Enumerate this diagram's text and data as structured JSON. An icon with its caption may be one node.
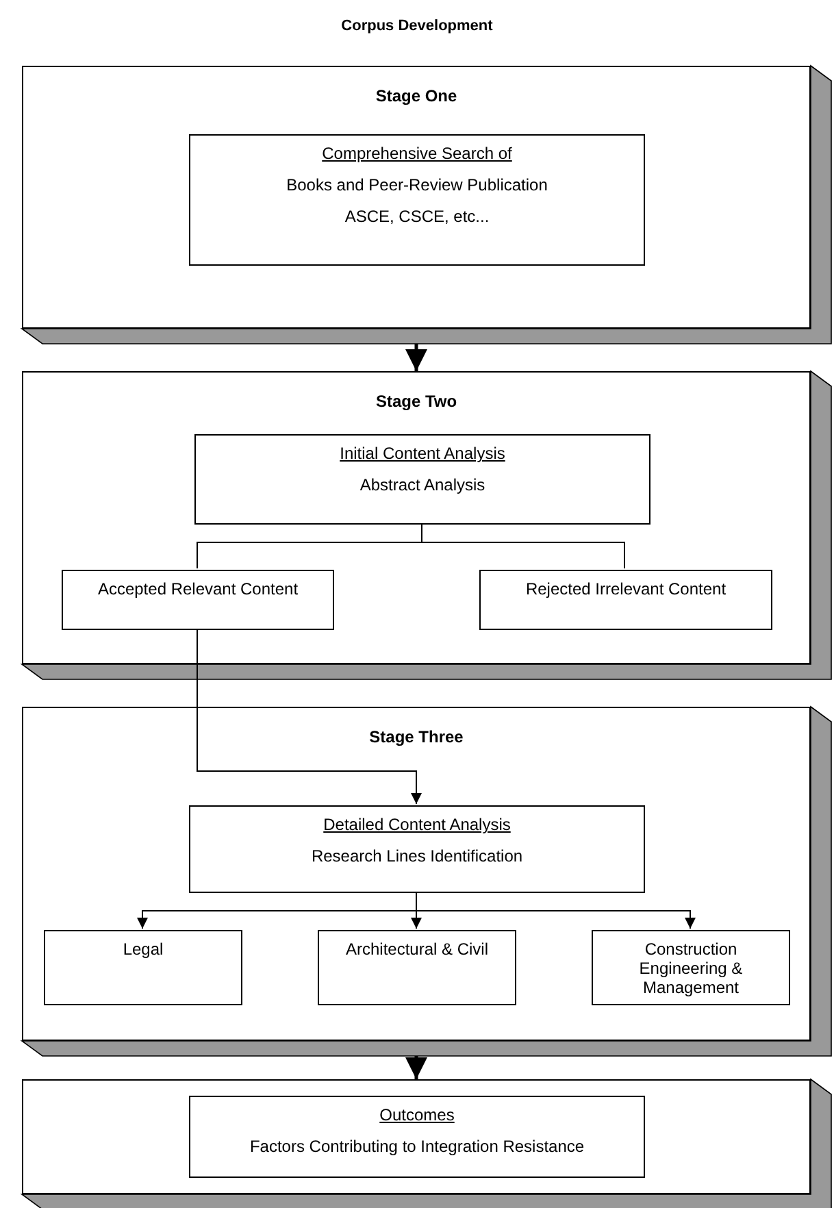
{
  "diagram": {
    "title": "Corpus Development",
    "nodes": [
      {
        "text": [
          "Stage One"
        ]
      },
      {
        "text": [
          "Comprehensive Search of",
          "Books and Peer-Review Publication",
          "ASCE, CSCE, etc..."
        ],
        "in": 0
      },
      {
        "text": [
          "Stage Two"
        ]
      },
      {
        "text": [
          "Initial Content Analysis",
          "Abstract Analysis"
        ],
        "in": 2
      },
      {
        "text": [
          "Accepted Relevant Content"
        ],
        "in": 2
      },
      {
        "text": [
          "Rejected Irrelevant Content"
        ],
        "in": 2
      },
      {
        "text": [
          "Stage Three"
        ]
      },
      {
        "text": [
          "Detailed Content Analysis",
          "Research Lines Identification"
        ],
        "in": 6
      },
      {
        "text": [
          "Legal"
        ],
        "in": 6
      },
      {
        "text": [
          "Architectural & Civil"
        ],
        "in": 6
      },
      {
        "text": [
          "Construction Engineering & Management"
        ],
        "in": 6
      },
      {
        "text": [],
        "shape": "box"
      },
      {
        "text": [
          "Outcomes",
          "Factors Contributing to Integration Resistance"
        ],
        "in": 11
      }
    ],
    "edges": [
      {
        "from": 0,
        "to": 2,
        "arrow": "to",
        "style": "thick"
      },
      {
        "from": 3,
        "to": 4,
        "arrow": "none"
      },
      {
        "from": 3,
        "to": 5,
        "arrow": "none"
      },
      {
        "from": 4,
        "to": 7,
        "arrow": "to"
      },
      {
        "from": 7,
        "to": 8,
        "arrow": "to"
      },
      {
        "from": 7,
        "to": 9,
        "arrow": "to"
      },
      {
        "from": 7,
        "to": 10,
        "arrow": "to"
      },
      {
        "from": 6,
        "to": 11,
        "arrow": "to",
        "style": "thick"
      }
    ]
  }
}
